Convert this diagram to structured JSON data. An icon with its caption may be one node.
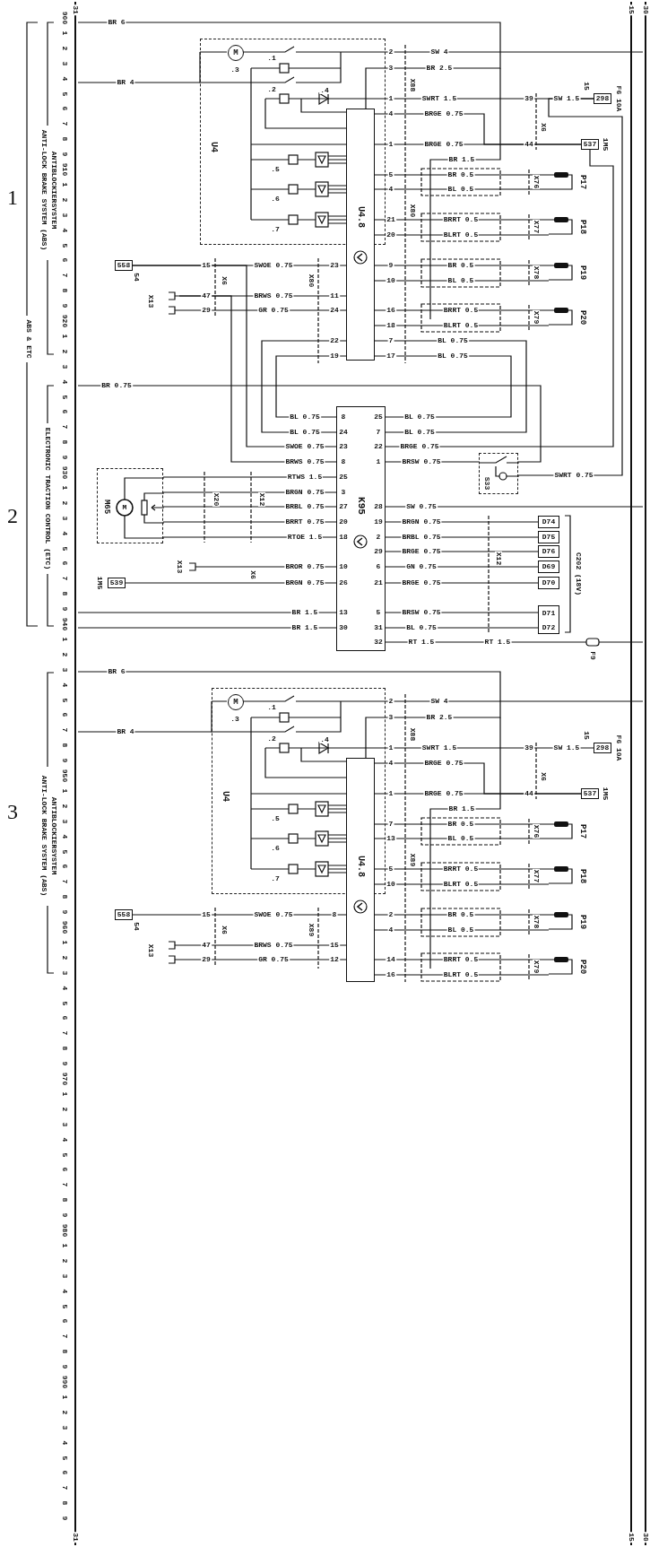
{
  "diagram": {
    "nodes": [
      {
        "text": [
          "31",
          "31"
        ]
      },
      {
        "text": [
          "15",
          "15"
        ]
      },
      {
        "text": [
          "30",
          "30"
        ]
      },
      {
        "text": [
          "U4"
        ]
      },
      {
        "text": [
          "M"
        ],
        "in": 3,
        "beside": [
          ".3"
        ]
      },
      {
        "text": [
          "U4.8"
        ]
      },
      {
        "text": [
          "P17"
        ]
      },
      {
        "text": [
          "P18"
        ]
      },
      {
        "text": [
          "P19"
        ]
      },
      {
        "text": [
          "P20"
        ]
      },
      {
        "text": [
          "298"
        ],
        "beside": [
          "F6 10A",
          "15"
        ]
      },
      {
        "text": [
          "537"
        ],
        "beside": [
          "1M5"
        ]
      },
      {
        "text": [
          "558"
        ],
        "beside": [
          "54"
        ]
      },
      {
        "text": [
          "X13"
        ]
      },
      {
        "text": [
          "K95"
        ]
      },
      {
        "text": [
          "M65",
          "M"
        ]
      },
      {
        "text": [
          "S33"
        ]
      },
      {
        "text": [
          "X13"
        ]
      },
      {
        "text": [
          "539"
        ],
        "beside": [
          "1M5"
        ]
      },
      {
        "text": [
          "D74"
        ]
      },
      {
        "text": [
          "D75"
        ]
      },
      {
        "text": [
          "D76"
        ]
      },
      {
        "text": [
          "D69"
        ]
      },
      {
        "text": [
          "D70"
        ]
      },
      {
        "text": [
          "D71",
          "D72"
        ]
      },
      {
        "text": [
          "F9"
        ]
      },
      {
        "text": [
          "U4"
        ]
      },
      {
        "text": [
          "M"
        ],
        "in": 26,
        "beside": [
          ".3"
        ]
      },
      {
        "text": [
          "U4.8"
        ]
      },
      {
        "text": [
          "P17"
        ]
      },
      {
        "text": [
          "P18"
        ]
      },
      {
        "text": [
          "P19"
        ]
      },
      {
        "text": [
          "P20"
        ]
      },
      {
        "text": [
          "298"
        ],
        "beside": [
          "F6 10A",
          "15"
        ]
      },
      {
        "text": [
          "537"
        ],
        "beside": [
          "1M5"
        ]
      },
      {
        "text": [
          "558"
        ],
        "beside": [
          "54"
        ]
      },
      {
        "text": [
          "X13"
        ]
      }
    ],
    "edges": [
      {
        "from": 0,
        "to": 3,
        "arrow": "none",
        "label": "BR 6"
      },
      {
        "from": 0,
        "to": 3,
        "arrow": "none",
        "label": "BR 4"
      },
      {
        "from": 3,
        "to": 2,
        "arrow": "none",
        "label": "SW 4"
      },
      {
        "from": 3,
        "to": 10,
        "arrow": "none",
        "label": "SWRT 1.5"
      },
      {
        "from": 5,
        "to": 11,
        "arrow": "none",
        "label": "BRGE 0.75"
      },
      {
        "from": 5,
        "to": 11,
        "arrow": "none",
        "label": "BRGE 0.75"
      },
      {
        "from": 5,
        "to": 6,
        "arrow": "none",
        "label": "BR 0.5"
      },
      {
        "from": 5,
        "to": 6,
        "arrow": "none",
        "label": "BL 0.5"
      },
      {
        "from": 5,
        "to": 7,
        "arrow": "none",
        "label": "BRRT 0.5"
      },
      {
        "from": 5,
        "to": 7,
        "arrow": "none",
        "label": "BLRT 0.5"
      },
      {
        "from": 5,
        "to": 8,
        "arrow": "none",
        "label": "BR 0.5"
      },
      {
        "from": 5,
        "to": 8,
        "arrow": "none",
        "label": "BL 0.5"
      },
      {
        "from": 5,
        "to": 9,
        "arrow": "none",
        "label": "BRRT 0.5"
      },
      {
        "from": 5,
        "to": 9,
        "arrow": "none",
        "label": "BLRT 0.5"
      },
      {
        "from": 12,
        "to": 5,
        "arrow": "none",
        "label": "SWOE 0.75"
      },
      {
        "from": 13,
        "to": 5,
        "arrow": "none",
        "label": "BRWS 0.75"
      },
      {
        "from": 13,
        "to": 5,
        "arrow": "none",
        "label": "GR 0.75"
      },
      {
        "from": 5,
        "to": 14,
        "arrow": "none",
        "label": "BL 0.75"
      },
      {
        "from": 5,
        "to": 14,
        "arrow": "none",
        "label": "BL 0.75"
      },
      {
        "from": 5,
        "to": 14,
        "arrow": "none",
        "label": "BL 0.75"
      },
      {
        "from": 5,
        "to": 14,
        "arrow": "none",
        "label": "BL 0.75"
      },
      {
        "from": 0,
        "to": 16,
        "arrow": "none",
        "label": "BR 0.75"
      },
      {
        "from": 14,
        "to": 16,
        "arrow": "none",
        "label": "BRSW 0.75"
      },
      {
        "from": 16,
        "to": 10,
        "arrow": "none",
        "label": "SWRT 0.75"
      },
      {
        "from": 14,
        "to": 12,
        "arrow": "none",
        "label": "SWOE 0.75"
      },
      {
        "from": 14,
        "to": 13,
        "arrow": "none",
        "label": "BRWS 0.75"
      },
      {
        "from": 14,
        "to": 11,
        "arrow": "none",
        "label": "BRGE 0.75"
      },
      {
        "from": 15,
        "to": 14,
        "arrow": "none",
        "label": "RTWS 1.5"
      },
      {
        "from": 15,
        "to": 14,
        "arrow": "none",
        "label": "BRGN 0.75"
      },
      {
        "from": 15,
        "to": 14,
        "arrow": "none",
        "label": "BRBL 0.75"
      },
      {
        "from": 15,
        "to": 14,
        "arrow": "none",
        "label": "BRRT 0.75"
      },
      {
        "from": 15,
        "to": 14,
        "arrow": "none",
        "label": "RTOE 1.5"
      },
      {
        "from": 17,
        "to": 14,
        "arrow": "none",
        "label": "BROR 0.75"
      },
      {
        "from": 18,
        "to": 14,
        "arrow": "none",
        "label": "BRGN 0.75"
      },
      {
        "from": 0,
        "to": 14,
        "arrow": "none",
        "label": "BR 1.5"
      },
      {
        "from": 0,
        "to": 14,
        "arrow": "none",
        "label": "BR 1.5"
      },
      {
        "from": 14,
        "to": 2,
        "arrow": "none",
        "label": "SW 0.75"
      },
      {
        "from": 14,
        "to": 19,
        "arrow": "none",
        "label": "BRGN 0.75"
      },
      {
        "from": 14,
        "to": 20,
        "arrow": "none",
        "label": "BRBL 0.75"
      },
      {
        "from": 14,
        "to": 21,
        "arrow": "none",
        "label": "BRGE 0.75"
      },
      {
        "from": 14,
        "to": 22,
        "arrow": "none",
        "label": "GN 0.75"
      },
      {
        "from": 14,
        "to": 23,
        "arrow": "none",
        "label": "BRGE 0.75"
      },
      {
        "from": 14,
        "to": 24,
        "arrow": "none",
        "label": "BRSW 0.75"
      },
      {
        "from": 14,
        "to": 24,
        "arrow": "none",
        "label": "BL 0.75"
      },
      {
        "from": 14,
        "to": 25,
        "arrow": "none",
        "label": "RT 1.5"
      },
      {
        "from": 25,
        "to": 2,
        "arrow": "none"
      },
      {
        "from": 0,
        "to": 26,
        "arrow": "none",
        "label": "BR 6"
      },
      {
        "from": 0,
        "to": 26,
        "arrow": "none",
        "label": "BR 4"
      },
      {
        "from": 26,
        "to": 2,
        "arrow": "none",
        "label": "SW 4"
      },
      {
        "from": 26,
        "to": 33,
        "arrow": "none",
        "label": "SWRT 1.5"
      },
      {
        "from": 28,
        "to": 34,
        "arrow": "none",
        "label": "BRGE 0.75"
      },
      {
        "from": 28,
        "to": 34,
        "arrow": "none",
        "label": "BRGE 0.75"
      },
      {
        "from": 28,
        "to": 29,
        "arrow": "none",
        "label": "BR 0.5"
      },
      {
        "from": 28,
        "to": 29,
        "arrow": "none",
        "label": "BL 0.5"
      },
      {
        "from": 28,
        "to": 30,
        "arrow": "none",
        "label": "BRRT 0.5"
      },
      {
        "from": 28,
        "to": 30,
        "arrow": "none",
        "label": "BLRT 0.5"
      },
      {
        "from": 28,
        "to": 31,
        "arrow": "none",
        "label": "BR 0.5"
      },
      {
        "from": 28,
        "to": 31,
        "arrow": "none",
        "label": "BL 0.5"
      },
      {
        "from": 28,
        "to": 32,
        "arrow": "none",
        "label": "BRRT 0.5"
      },
      {
        "from": 28,
        "to": 32,
        "arrow": "none",
        "label": "BLRT 0.5"
      },
      {
        "from": 35,
        "to": 28,
        "arrow": "none",
        "label": "SWOE 0.75"
      },
      {
        "from": 36,
        "to": 28,
        "arrow": "none",
        "label": "BRWS 0.75"
      },
      {
        "from": 36,
        "to": 28,
        "arrow": "none",
        "label": "GR 0.75"
      }
    ],
    "labels": [
      "900",
      "1",
      "2",
      "3",
      "4",
      "5",
      "6",
      "7",
      "8",
      "9",
      "910",
      "1",
      "2",
      "3",
      "4",
      "5",
      "6",
      "7",
      "8",
      "9",
      "920",
      "1",
      "2",
      "3",
      "4",
      "5",
      "6",
      "7",
      "8",
      "9",
      "930",
      "1",
      "2",
      "3",
      "4",
      "5",
      "6",
      "7",
      "8",
      "9",
      "940",
      "1",
      "2",
      "3",
      "4",
      "5",
      "6",
      "7",
      "8",
      "9",
      "950",
      "1",
      "2",
      "3",
      "4",
      "5",
      "6",
      "7",
      "8",
      "9",
      "960",
      "1",
      "2",
      "3",
      "4",
      "5",
      "6",
      "7",
      "8",
      "9",
      "970",
      "1",
      "2",
      "3",
      "4",
      "5",
      "6",
      "7",
      "8",
      "9",
      "980",
      "1",
      "2",
      "3",
      "4",
      "5",
      "6",
      "7",
      "8",
      "9",
      "990",
      "1",
      "2",
      "3",
      "4",
      "5",
      "6",
      "7",
      "8",
      "9",
      "1",
      "ANTIBLOCKIERSYSTEM",
      "ANTI-LOCK BRAKE SYSTEM (ABS)",
      "ABS & ETC",
      "2",
      "ELECTRONIC TRACTION CONTROL (ETC)",
      "3",
      "ANTIBLOCKIERSYSTEM",
      "ANTI-LOCK BRAKE SYSTEM (ABS)",
      "BR 2.5",
      "SW 1.5",
      "BR 1.5",
      ".1",
      ".2",
      ".4",
      ".5",
      ".6",
      ".7",
      "X88",
      "X80",
      "X6",
      "X76",
      "X77",
      "X78",
      "X79",
      "X80",
      "X6",
      "2",
      "3",
      "1",
      "4",
      "1",
      "5",
      "4",
      "21",
      "20",
      "9",
      "10",
      "16",
      "18",
      "23",
      "11",
      "24",
      "15",
      "47",
      "29",
      "39",
      "44",
      "BL 0.75",
      "BL 0.75",
      "7",
      "17",
      "22",
      "19",
      "RT 1.5",
      "8",
      "24",
      "23",
      "8",
      "25",
      "3",
      "27",
      "20",
      "18",
      "10",
      "26",
      "13",
      "30",
      "25",
      "7",
      "22",
      "1",
      "28",
      "19",
      "2",
      "29",
      "6",
      "21",
      "5",
      "31",
      "32",
      "C202 (18V)",
      "X20",
      "X12",
      "X12",
      "X6",
      "BR 2.5",
      "SW 1.5",
      "BR 1.5",
      ".1",
      ".2",
      ".4",
      ".5",
      ".6",
      ".7",
      "X88",
      "X89",
      "X6",
      "X76",
      "X77",
      "X78",
      "X79",
      "X89",
      "X6",
      "2",
      "3",
      "1",
      "4",
      "1",
      "7",
      "13",
      "5",
      "10",
      "2",
      "4",
      "14",
      "16",
      "8",
      "15",
      "12",
      "15",
      "47",
      "29",
      "39",
      "44"
    ]
  }
}
